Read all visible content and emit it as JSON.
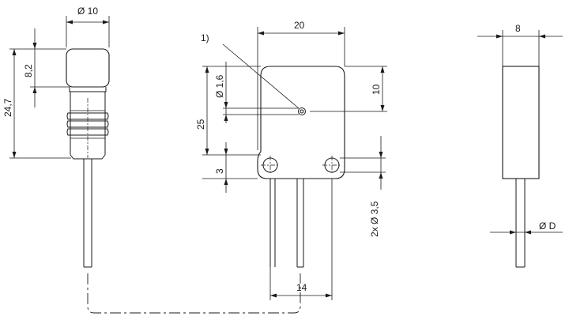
{
  "labels": {
    "dia_10": "Ø 10",
    "h_8_2": "8,2",
    "h_24_7": "24,7",
    "callout_1": "1)",
    "w_20": "20",
    "dia_1_6": "Ø 1,6",
    "h_10": "10",
    "h_25": "25",
    "h_3": "3",
    "dia_2x_3_5": "2x Ø 3,5",
    "w_14": "14",
    "w_8": "8",
    "dia_D": "Ø D"
  },
  "colors": {
    "line": "#1a1a1a",
    "background": "#ffffff"
  }
}
